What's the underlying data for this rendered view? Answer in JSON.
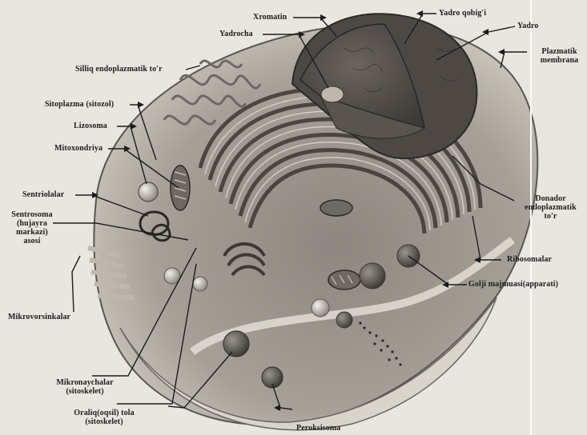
{
  "labels": {
    "xromatin": "Xromatin",
    "yadro_qobigi": "Yadro qobig'i",
    "yadrocha": "Yadrocha",
    "yadro": "Yadro",
    "plazmatik_membrana": "Plazmatik\nmembrana",
    "silliq_er": "Silliq endoplazmatik to'r",
    "sitoplazma": "Sitoplazma (sitozol)",
    "lizosoma": "Lizosoma",
    "mitoxondriya": "Mitoxondriya",
    "sentriolalar": "Sentriolalar",
    "sentrosoma": "Sentrosoma\n(hujayra\nmarkazi)\nasosi",
    "donador_er": "Donador\nendoplazmatik\nto'r",
    "ribosomalar": "Ribosomalar",
    "golji": "Golji majmuasi(apparati)",
    "mikrovorsinkalar": "Mikrovorsinkalar",
    "mikronaychalar": "Mikronaychalar\n(sitoskelet)",
    "oraliq_tola": "Oraliq(oqsil) tola\n(sitoskelet)",
    "peroksisoma": "Peroksisoma"
  }
}
